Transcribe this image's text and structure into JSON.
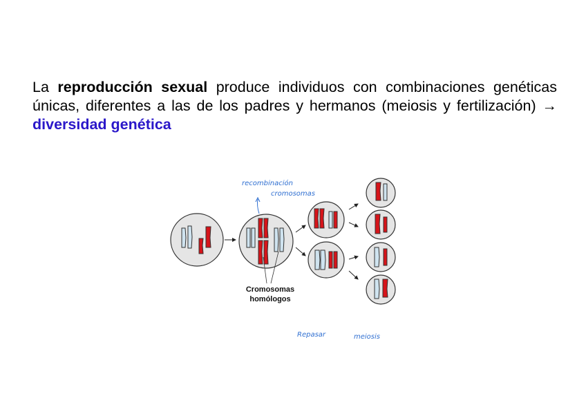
{
  "text": {
    "p1": "La",
    "p1_bold": "reproducción sexual",
    "p2": "produce individuos con combinaciones genéticas únicas, diferentes a las de los padres y hermanos (meiosis y fertilización)",
    "arrow": "→",
    "highlight": "diversidad genética"
  },
  "figure": {
    "label_line1": "Cromosomas",
    "label_line2": "homólogos",
    "annot1": "recombinación",
    "annot2": "cromosomas",
    "annot3": "Repasar",
    "annot4": "meiosis"
  },
  "colors": {
    "red": "#d6141a",
    "light_blue": "#cfe3ef",
    "cell": "#e5e5e5",
    "ink": "#2f6fd1",
    "highlight": "#2a17c9"
  }
}
